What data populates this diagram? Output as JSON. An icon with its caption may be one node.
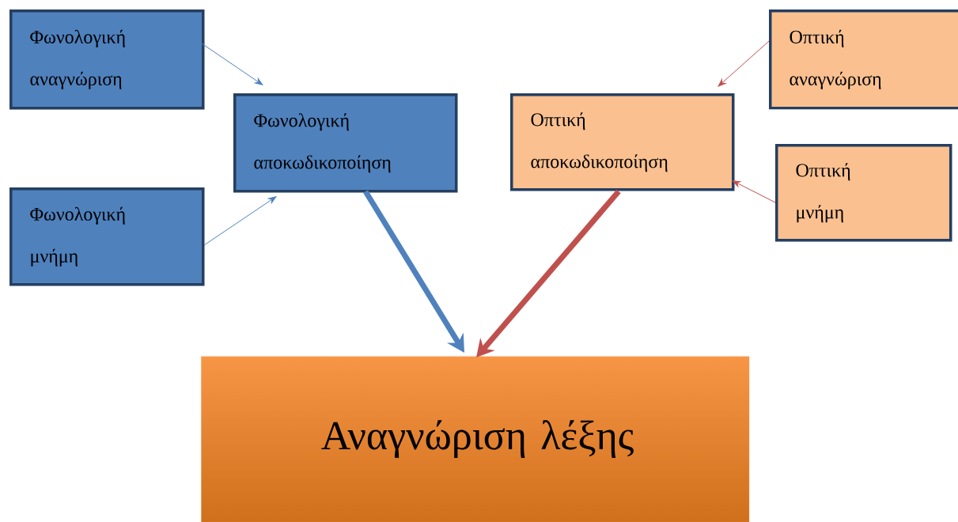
{
  "diagram": {
    "nodes": [
      {
        "text": [
          "Φωνολογική αναγνώριση"
        ]
      },
      {
        "text": [
          "Φωνολογική μνήμη"
        ]
      },
      {
        "text": [
          "Φωνολογική αποκωδικοποίηση"
        ]
      },
      {
        "text": [
          "Οπτική αποκωδικοποίηση"
        ]
      },
      {
        "text": [
          "Οπτική αναγνώριση"
        ]
      },
      {
        "text": [
          "Οπτική μνήμη"
        ]
      },
      {
        "text": [
          "Αναγνώριση λέξης"
        ]
      }
    ],
    "edges": [
      {
        "from": 0,
        "to": 2,
        "arrow": "to",
        "color": "#4f81bd"
      },
      {
        "from": 1,
        "to": 2,
        "arrow": "to",
        "color": "#4f81bd"
      },
      {
        "from": 4,
        "to": 3,
        "arrow": "to",
        "color": "#c0504d"
      },
      {
        "from": 5,
        "to": 3,
        "arrow": "to",
        "color": "#c0504d"
      },
      {
        "from": 2,
        "to": 6,
        "arrow": "to",
        "style": "thick",
        "color": "#4f81bd"
      },
      {
        "from": 3,
        "to": 6,
        "arrow": "to",
        "style": "thick",
        "color": "#c0504d"
      }
    ]
  }
}
